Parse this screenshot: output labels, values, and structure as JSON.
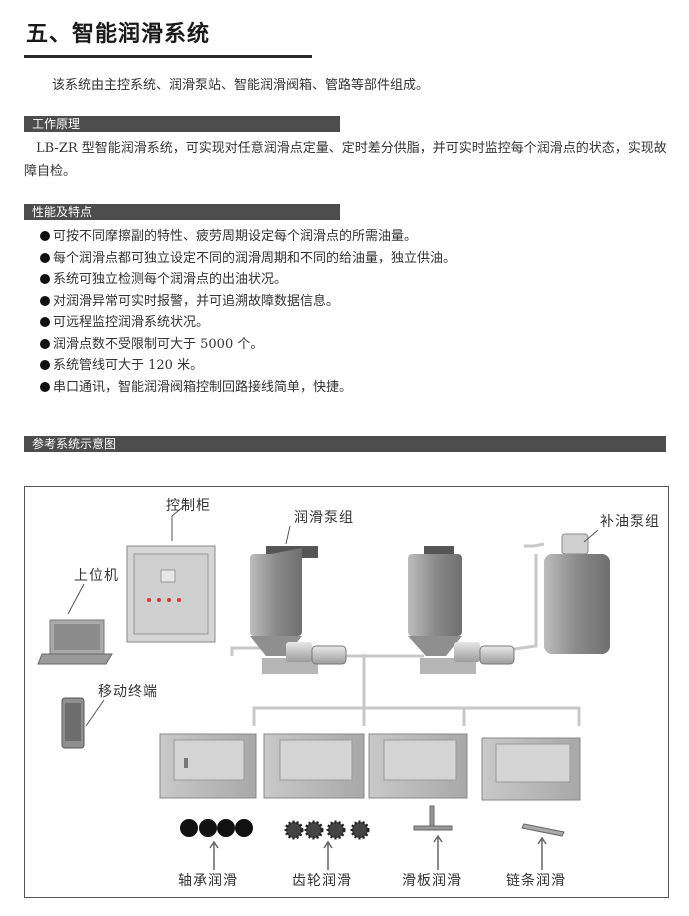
{
  "title": "五、智能润滑系统",
  "intro": "该系统由主控系统、润滑泵站、智能润滑阀箱、管路等部件组成。",
  "principle": {
    "heading": "工作原理",
    "text": "LB-ZR 型智能润滑系统，可实现对任意润滑点定量、定时差分供脂，并可实时监控每个润滑点的状态，实现故障自检。"
  },
  "features": {
    "heading": "性能及特点",
    "items": [
      "可按不同摩擦副的特性、疲劳周期设定每个润滑点的所需油量。",
      "每个润滑点都可独立设定不同的润滑周期和不同的给油量，独立供油。",
      "系统可独立检测每个润滑点的出油状况。",
      "对润滑异常可实时报警，并可追溯故障数据信息。",
      "可远程监控润滑系统状况。",
      "润滑点数不受限制可大于 5000 个。",
      "系统管线可大于 120 米。",
      "串口通讯，智能润滑阀箱控制回路接线简单，快捷。"
    ]
  },
  "diagram": {
    "heading": "参考系统示意图",
    "labels": {
      "control_cabinet": "控制柜",
      "pump_group": "润滑泵组",
      "refill_pump": "补油泵组",
      "host_pc": "上位机",
      "mobile": "移动终端",
      "bearing": "轴承润滑",
      "gear": "齿轮润滑",
      "slide": "滑板润滑",
      "chain": "链条润滑"
    }
  },
  "colors": {
    "section_bar": "#4d4d4d",
    "equipment": "#9a9a9a"
  }
}
